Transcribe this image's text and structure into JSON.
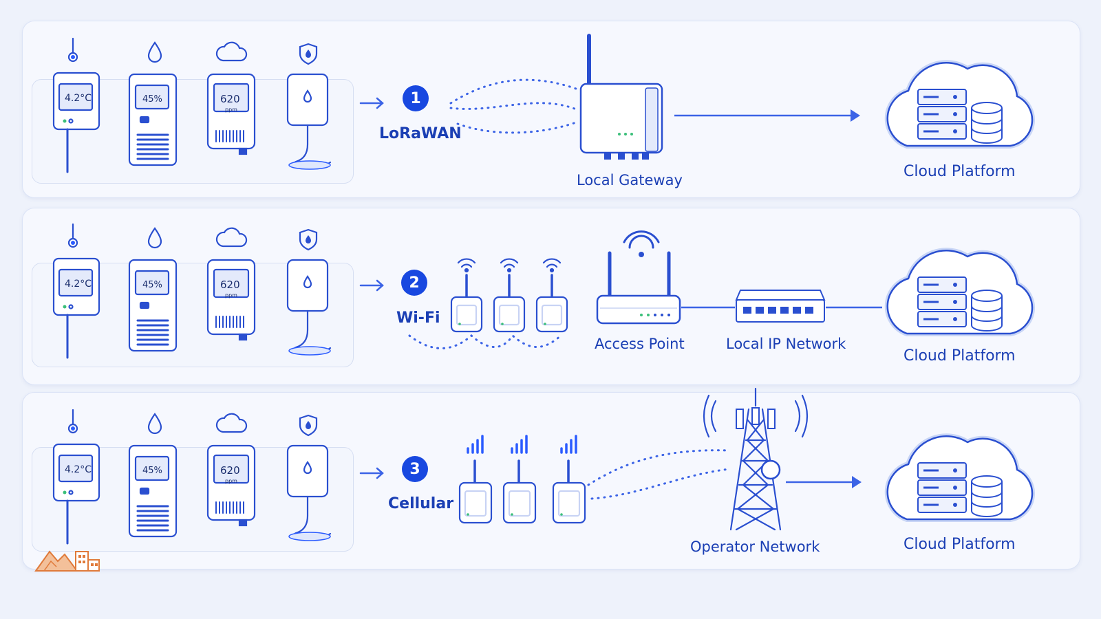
{
  "rows": [
    {
      "number": "1",
      "protocol": "LoRaWAN",
      "nodes": [
        "Local Gateway"
      ],
      "cloud": "Cloud Platform"
    },
    {
      "number": "2",
      "protocol": "Wi-Fi",
      "nodes": [
        "Access Point",
        "Local IP Network"
      ],
      "cloud": "Cloud Platform"
    },
    {
      "number": "3",
      "protocol": "Cellular",
      "nodes": [
        "Operator Network"
      ],
      "cloud": "Cloud Platform"
    }
  ],
  "sensor_readings": {
    "temperature": "4.2°C",
    "humidity": "45%",
    "co2": "620",
    "co2_unit": "ppm"
  },
  "icons": [
    "thermometer-icon",
    "droplet-icon",
    "cloud-icon",
    "shield-droplet-icon",
    "wifi-icon",
    "signal-bars-icon",
    "radio-waves-icon",
    "server-icon",
    "database-icon",
    "mountain-building-logo"
  ],
  "colors": {
    "accent": "#1848e0",
    "line": "#3b63e6",
    "text": "#1b3fb4",
    "logo": "#e07a3a"
  }
}
